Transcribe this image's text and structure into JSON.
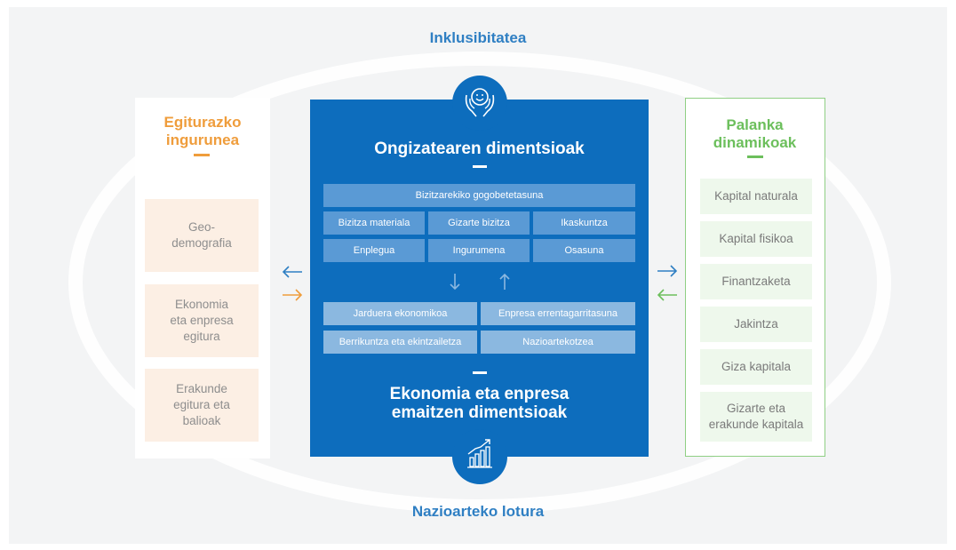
{
  "top_label": "Inklusibitatea",
  "bottom_label": "Nazioarteko lotura",
  "left": {
    "title": "Egiturazko\ningurunea",
    "items": [
      "Geo-\ndemografia",
      "Ekonomia\neta enpresa\negitura",
      "Erakunde\negitura eta\nbalioak"
    ]
  },
  "right": {
    "title": "Palanka\ndinamikoak",
    "items": [
      "Kapital naturala",
      "Kapital fisikoa",
      "Finantzaketa",
      "Jakintza",
      "Giza kapitala",
      "Gizarte eta\nerakunde kapitala"
    ]
  },
  "center": {
    "title": "Ongizatearen dimentsioak",
    "wellbeing_top": "Bizitzarekiko gogobetetasuna",
    "wellbeing_rows": [
      [
        "Bizitza materiala",
        "Gizarte bizitza",
        "Ikaskuntza"
      ],
      [
        "Enplegua",
        "Ingurumena",
        "Osasuna"
      ]
    ],
    "economy_rows": [
      [
        "Jarduera ekonomikoa",
        "Enpresa errentagarritasuna"
      ],
      [
        "Berrikuntza eta ekintzailetza",
        "Nazioartekotzea"
      ]
    ],
    "bottom_title": "Ekonomia eta enpresa\nemaitzen dimentsioak"
  },
  "colors": {
    "blue": "#0d6dbd",
    "orange": "#ef9d3c",
    "green": "#6cbf5c"
  }
}
